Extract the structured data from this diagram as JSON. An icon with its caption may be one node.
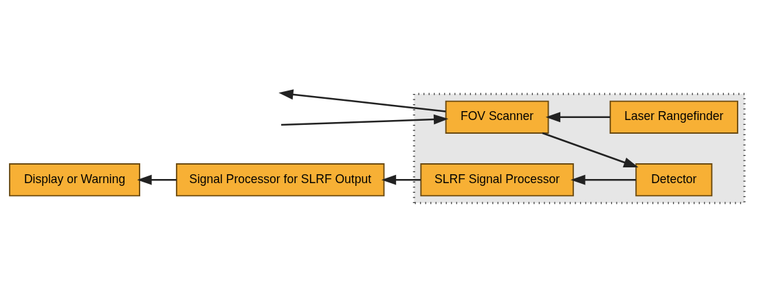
{
  "diagram": {
    "nodes": [
      {
        "text": [],
        "shape": "box"
      },
      {
        "text": [
          "FOV Scanner"
        ],
        "in": 0
      },
      {
        "text": [
          "Laser Rangefinder"
        ],
        "in": 0
      },
      {
        "text": [
          "Detector"
        ],
        "in": 0
      },
      {
        "text": [
          "SLRF Signal Processor"
        ],
        "in": 0
      },
      {
        "text": [
          "Signal Processor for SLRF Output"
        ]
      },
      {
        "text": [
          "Display or Warning"
        ]
      }
    ],
    "edges": [
      {
        "from": 1,
        "to": null,
        "arrow": "to"
      },
      {
        "from": 2,
        "to": 1,
        "arrow": "to"
      },
      {
        "from": null,
        "to": 1,
        "arrow": "to"
      },
      {
        "from": 1,
        "to": 3,
        "arrow": "to"
      },
      {
        "from": 3,
        "to": 4,
        "arrow": "to"
      },
      {
        "from": 4,
        "to": 5,
        "arrow": "to"
      },
      {
        "from": 5,
        "to": 6,
        "arrow": "to"
      }
    ]
  }
}
